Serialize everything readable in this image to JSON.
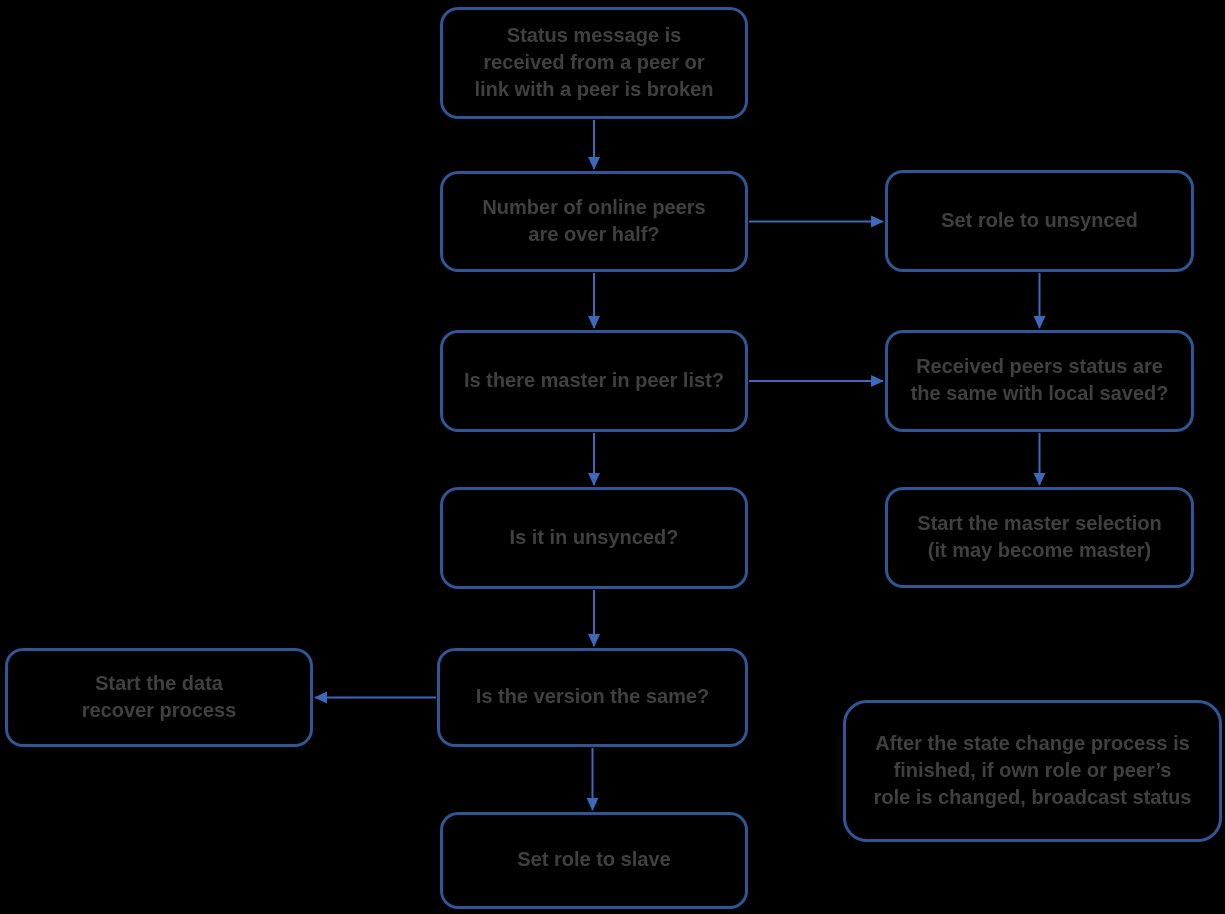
{
  "colors": {
    "background": "#000000",
    "border": "#2F5697",
    "arrow": "#3D69BB",
    "text": "#404040"
  },
  "diagram": {
    "nodes": {
      "status-received": "Status message is\nreceived from a peer or\nlink with a peer is broken",
      "peers-over-half": "Number of online peers\nare over half?",
      "set-role-unsynced": "Set role to unsynced",
      "master-in-list": "Is there master in peer list?",
      "peers-status-same": "Received peers status are\nthe same with local saved?",
      "in-unsynced": "Is it in unsynced?",
      "master-selection": "Start the master selection\n(it may become master)",
      "data-recover": "Start the data\nrecover process",
      "version-same": "Is the version the same?",
      "broadcast-note": "After the state change process is\nfinished, if own role or peer’s\nrole is changed, broadcast status",
      "set-role-slave": "Set role to slave"
    },
    "edges": [
      {
        "from": "status-received",
        "to": "peers-over-half"
      },
      {
        "from": "peers-over-half",
        "to": "set-role-unsynced"
      },
      {
        "from": "peers-over-half",
        "to": "master-in-list"
      },
      {
        "from": "set-role-unsynced",
        "to": "peers-status-same"
      },
      {
        "from": "master-in-list",
        "to": "peers-status-same"
      },
      {
        "from": "master-in-list",
        "to": "in-unsynced"
      },
      {
        "from": "peers-status-same",
        "to": "master-selection"
      },
      {
        "from": "in-unsynced",
        "to": "version-same"
      },
      {
        "from": "version-same",
        "to": "data-recover"
      },
      {
        "from": "version-same",
        "to": "set-role-slave"
      }
    ]
  }
}
